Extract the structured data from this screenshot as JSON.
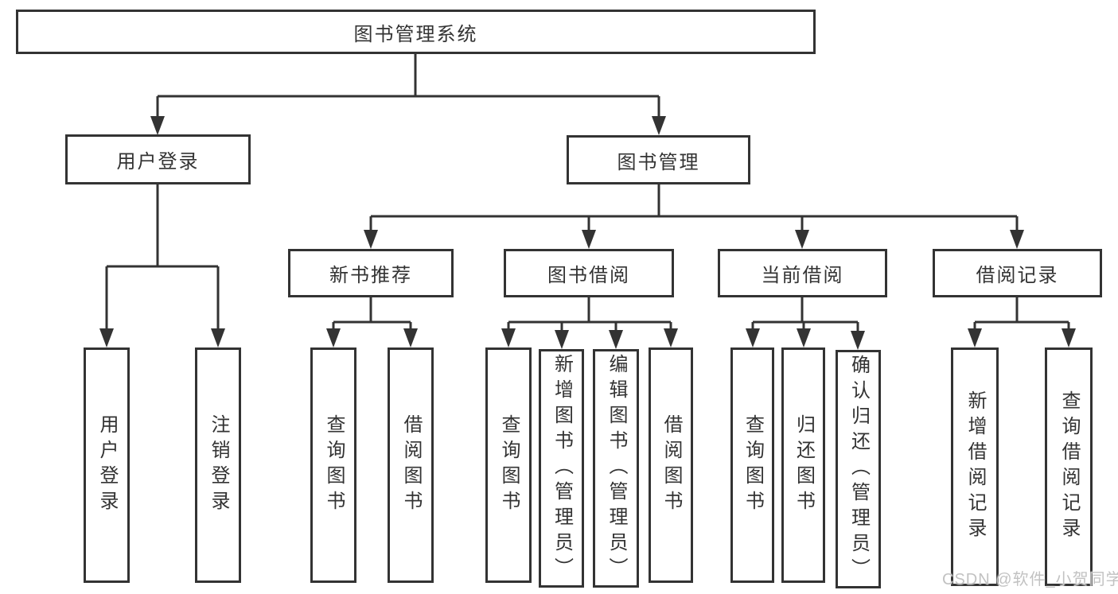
{
  "diagram": {
    "nodes": {
      "root": "图书管理系统",
      "user_login": "用户登录",
      "book_mgmt": "图书管理",
      "new_book": "新书推荐",
      "book_borrow": "图书借阅",
      "current_borrow": "当前借阅",
      "borrow_records": "借阅记录"
    },
    "leaves": {
      "user": [
        "用户登录",
        "注销登录"
      ],
      "new_book": [
        "查询图书",
        "借阅图书"
      ],
      "book_borrow": [
        "查询图书",
        "新增图书（管理员）",
        "编辑图书（管理员）",
        "借阅图书"
      ],
      "current_borrow": [
        "查询图书",
        "归还图书",
        "确认归还（管理员）"
      ],
      "borrow_records": [
        "新增借阅记录",
        "查询借阅记录"
      ]
    },
    "watermark": "CSDN @软件_小贺同学",
    "colors": {
      "line": "#333333",
      "text": "#333333",
      "background": "#ffffff",
      "watermark": "#c2c2c2"
    }
  }
}
